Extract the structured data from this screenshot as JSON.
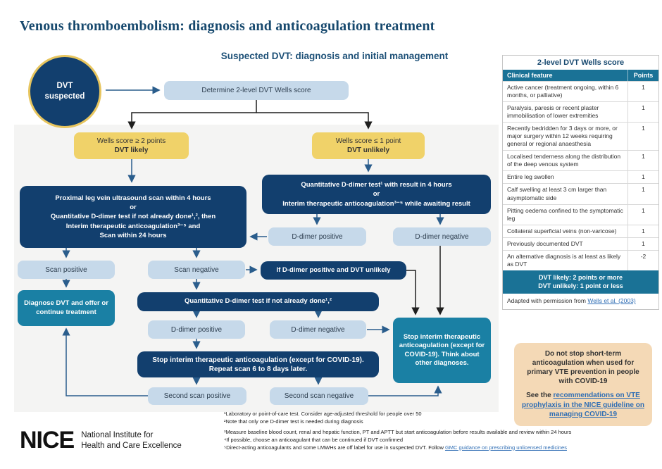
{
  "page": {
    "title": "Venous thromboembolism: diagnosis and anticoagulation treatment",
    "subtitle": "Suspected DVT: diagnosis and initial management"
  },
  "flow": {
    "start_lines": [
      "DVT",
      "suspected"
    ],
    "determine_label": "Determine 2-level DVT Wells score",
    "likely": {
      "l1": "Wells score ≥ 2 points",
      "l2": "DVT likely"
    },
    "unlikely": {
      "l1": "Wells score ≤ 1 point",
      "l2": "DVT unlikely"
    },
    "proximal_lines": [
      "Proximal leg vein ultrasound scan within 4 hours",
      "or",
      "Quantitative D-dimer test if not already done¹,², then",
      "Interim therapeutic anticoagulation³⁻⁵ and",
      "Scan within 24 hours"
    ],
    "quant_right_lines": [
      "Quantitative D-dimer test¹ with result in 4 hours",
      "or",
      "Interim therapeutic anticoagulation³⁻⁵ while awaiting result"
    ],
    "ddimer_positive": "D-dimer positive",
    "ddimer_negative": "D-dimer negative",
    "scan_positive": "Scan positive",
    "scan_negative": "Scan negative",
    "if_ddimer_label": "If D-dimer positive and DVT unlikely",
    "diagnose_label": "Diagnose DVT and offer or continue treatment",
    "quant2_label": "Quantitative D-dimer test if not already done¹,²",
    "stop_think_label": "Stop interim therapeutic anticoagulation (except for COVID-19). Think about other diagnoses.",
    "stop_repeat_label": "Stop interim therapeutic anticoagulation (except for COVID-19). Repeat scan 6 to 8 days later.",
    "second_scan_positive": "Second scan positive",
    "second_scan_negative": "Second scan negative"
  },
  "wells_table": {
    "title": "2-level DVT Wells score",
    "col_feature": "Clinical feature",
    "col_points": "Points",
    "rows": [
      {
        "feature": "Active cancer (treatment ongoing, within 6 months, or palliative)",
        "points": "1"
      },
      {
        "feature": "Paralysis, paresis or recent plaster immobilisation of lower extremities",
        "points": "1"
      },
      {
        "feature": "Recently bedridden for 3 days or more, or major surgery within 12 weeks requiring general or regional anaesthesia",
        "points": "1"
      },
      {
        "feature": "Localised tenderness along the distribution of the deep venous system",
        "points": "1"
      },
      {
        "feature": "Entire leg swollen",
        "points": "1"
      },
      {
        "feature": "Calf swelling at least 3 cm larger than asymptomatic side",
        "points": "1"
      },
      {
        "feature": "Pitting oedema confined to the symptomatic leg",
        "points": "1"
      },
      {
        "feature": "Collateral superficial veins (non-varicose)",
        "points": "1"
      },
      {
        "feature": "Previously documented DVT",
        "points": "1"
      },
      {
        "feature": "An alternative diagnosis is at least as likely as DVT",
        "points": "-2"
      }
    ],
    "footer_line1": "DVT likely: 2 points or more",
    "footer_line2": "DVT unlikely: 1 point or less",
    "adapted_prefix": "Adapted with permission from ",
    "adapted_link": "Wells et al. (2003)"
  },
  "covid_note": {
    "bold_text": "Do not stop short-term anticoagulation when used for primary VTE prevention in people with COVID-19",
    "see_prefix": "See the ",
    "link_text": "recommendations on VTE prophylaxis in the NICE guideline on managing COVID-19"
  },
  "footnotes": {
    "f1": "¹Laboratory or point-of-care test. Consider age-adjusted threshold for people over 50",
    "f2": "²Note that only one D-dimer test is needed during diagnosis",
    "f3": "³Measure baseline blood count, renal and hepatic function, PT and APTT but start anticoagulation before results available and review within 24 hours",
    "f4": "⁴If possible, choose an anticoagulant that can be continued if DVT confirmed",
    "f5_prefix": "⁵Direct-acting anticoagulants and some LMWHs are off label for use in suspected DVT. Follow ",
    "f5_link": "GMC guidance on prescribing unlicensed medicines"
  },
  "logo": {
    "acronym": "NICE",
    "line1": "National Institute for",
    "line2": "Health and Care Excellence"
  },
  "colors": {
    "navy": "#123f6e",
    "teal_box": "#1a80a4",
    "table_teal": "#1a7296",
    "light_blue": "#c6d9ea",
    "yellow": "#f0d269",
    "tan": "#f4d9b6",
    "link_blue": "#2e6db4",
    "title_navy": "#17496e"
  }
}
